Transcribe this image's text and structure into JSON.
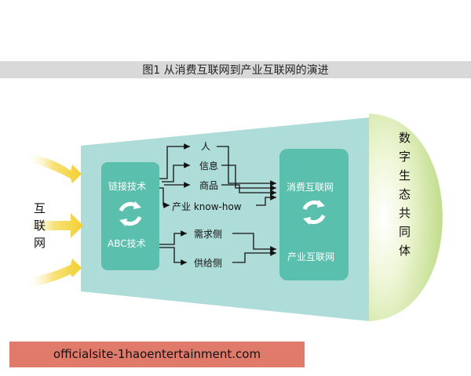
{
  "figure": {
    "title": "图1  从消费互联网到产业互联网的演进"
  },
  "left": {
    "label": "互联网"
  },
  "tech_box": {
    "top_label": "链接技术",
    "bottom_label": "ABC技术",
    "icon": "cycle-arrows-icon"
  },
  "items": {
    "person": "人",
    "information": "信息",
    "goods": "商品",
    "knowhow": "产业 know-how",
    "demand": "需求侧",
    "supply": "供给侧"
  },
  "target_box": {
    "top_label": "消费互联网",
    "bottom_label": "产业互联网",
    "icon": "cycle-arrows-icon"
  },
  "right": {
    "label": "数字生态共同体"
  },
  "footer": {
    "text": "officialsite-1haoentertainment.com"
  },
  "colors": {
    "band": "#aedcd8",
    "box": "#5bbfad",
    "green_dome": "#c8e08a",
    "yellow_arrows": "#f2d84a",
    "footer": "#e07a6b"
  }
}
